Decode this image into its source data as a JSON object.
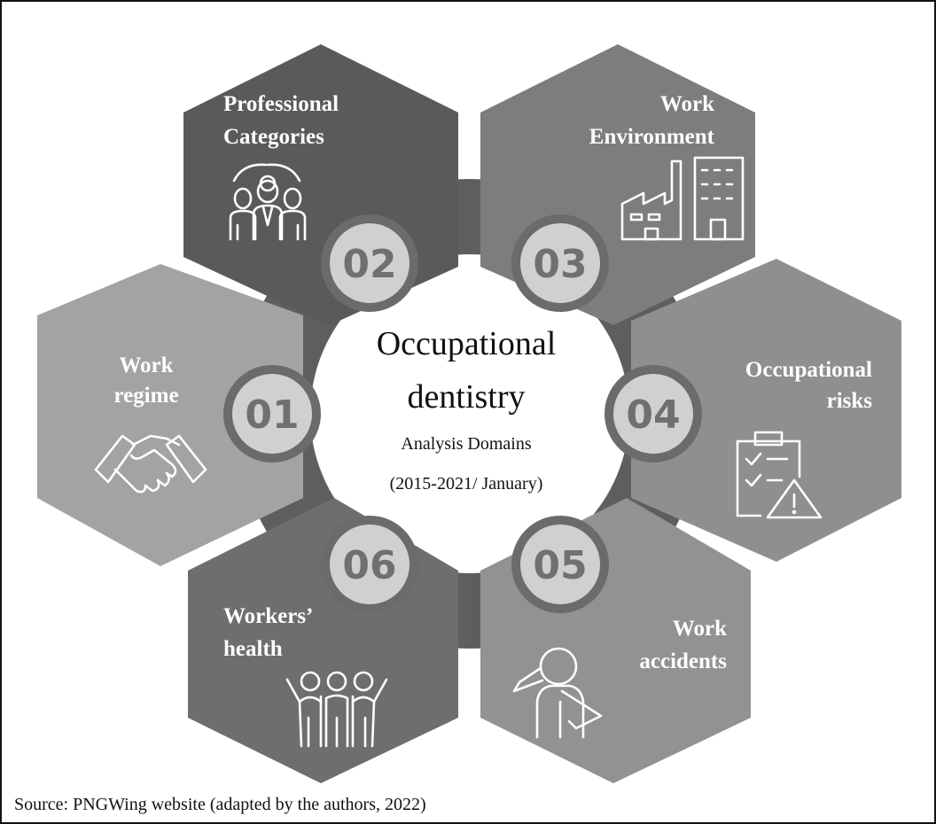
{
  "center": {
    "title_line1": "Occupational",
    "title_line2": "dentistry",
    "subtitle": "Analysis Domains",
    "period": "(2015-2021/ January)"
  },
  "domains": [
    {
      "number": "01",
      "line1": "Work",
      "line2": "regime",
      "icon": "handshake-icon",
      "color": "#a3a3a3"
    },
    {
      "number": "02",
      "line1": "Professional",
      "line2": "Categories",
      "icon": "team-gear-icon",
      "color": "#5a5a5a"
    },
    {
      "number": "03",
      "line1": "Work",
      "line2": "Environment",
      "icon": "factory-building-icon",
      "color": "#7d7d7d"
    },
    {
      "number": "04",
      "line1": "Occupational",
      "line2": "risks",
      "icon": "checklist-warning-icon",
      "color": "#8f8f8f"
    },
    {
      "number": "05",
      "line1": "Work",
      "line2": "accidents",
      "icon": "injured-person-icon",
      "color": "#929292"
    },
    {
      "number": "06",
      "line1": "Workers’",
      "line2": "health",
      "icon": "group-people-icon",
      "color": "#6e6e6e"
    }
  ],
  "colors": {
    "ring": "#5e5e5e",
    "badge_fill": "#d0d0d0",
    "badge_ring": "#6b6b6b",
    "number_text": "#707070",
    "hex_text": "#ffffff"
  },
  "footer": {
    "source": "Source: PNGWing website (adapted by the authors, 2022)"
  }
}
